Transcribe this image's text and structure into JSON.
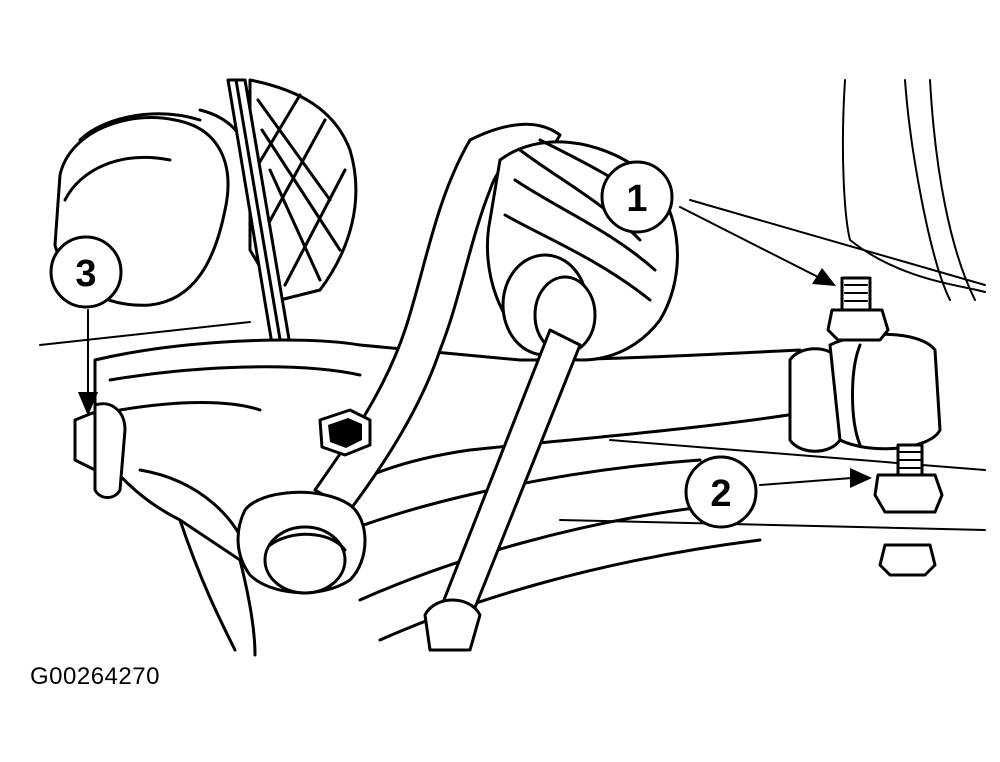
{
  "figure": {
    "id_label": "G00264270",
    "callouts": [
      {
        "number": "1",
        "target": "upper-bolt-nut"
      },
      {
        "number": "2",
        "target": "lower-bolt-nut"
      },
      {
        "number": "3",
        "target": "side-bolt"
      }
    ]
  }
}
